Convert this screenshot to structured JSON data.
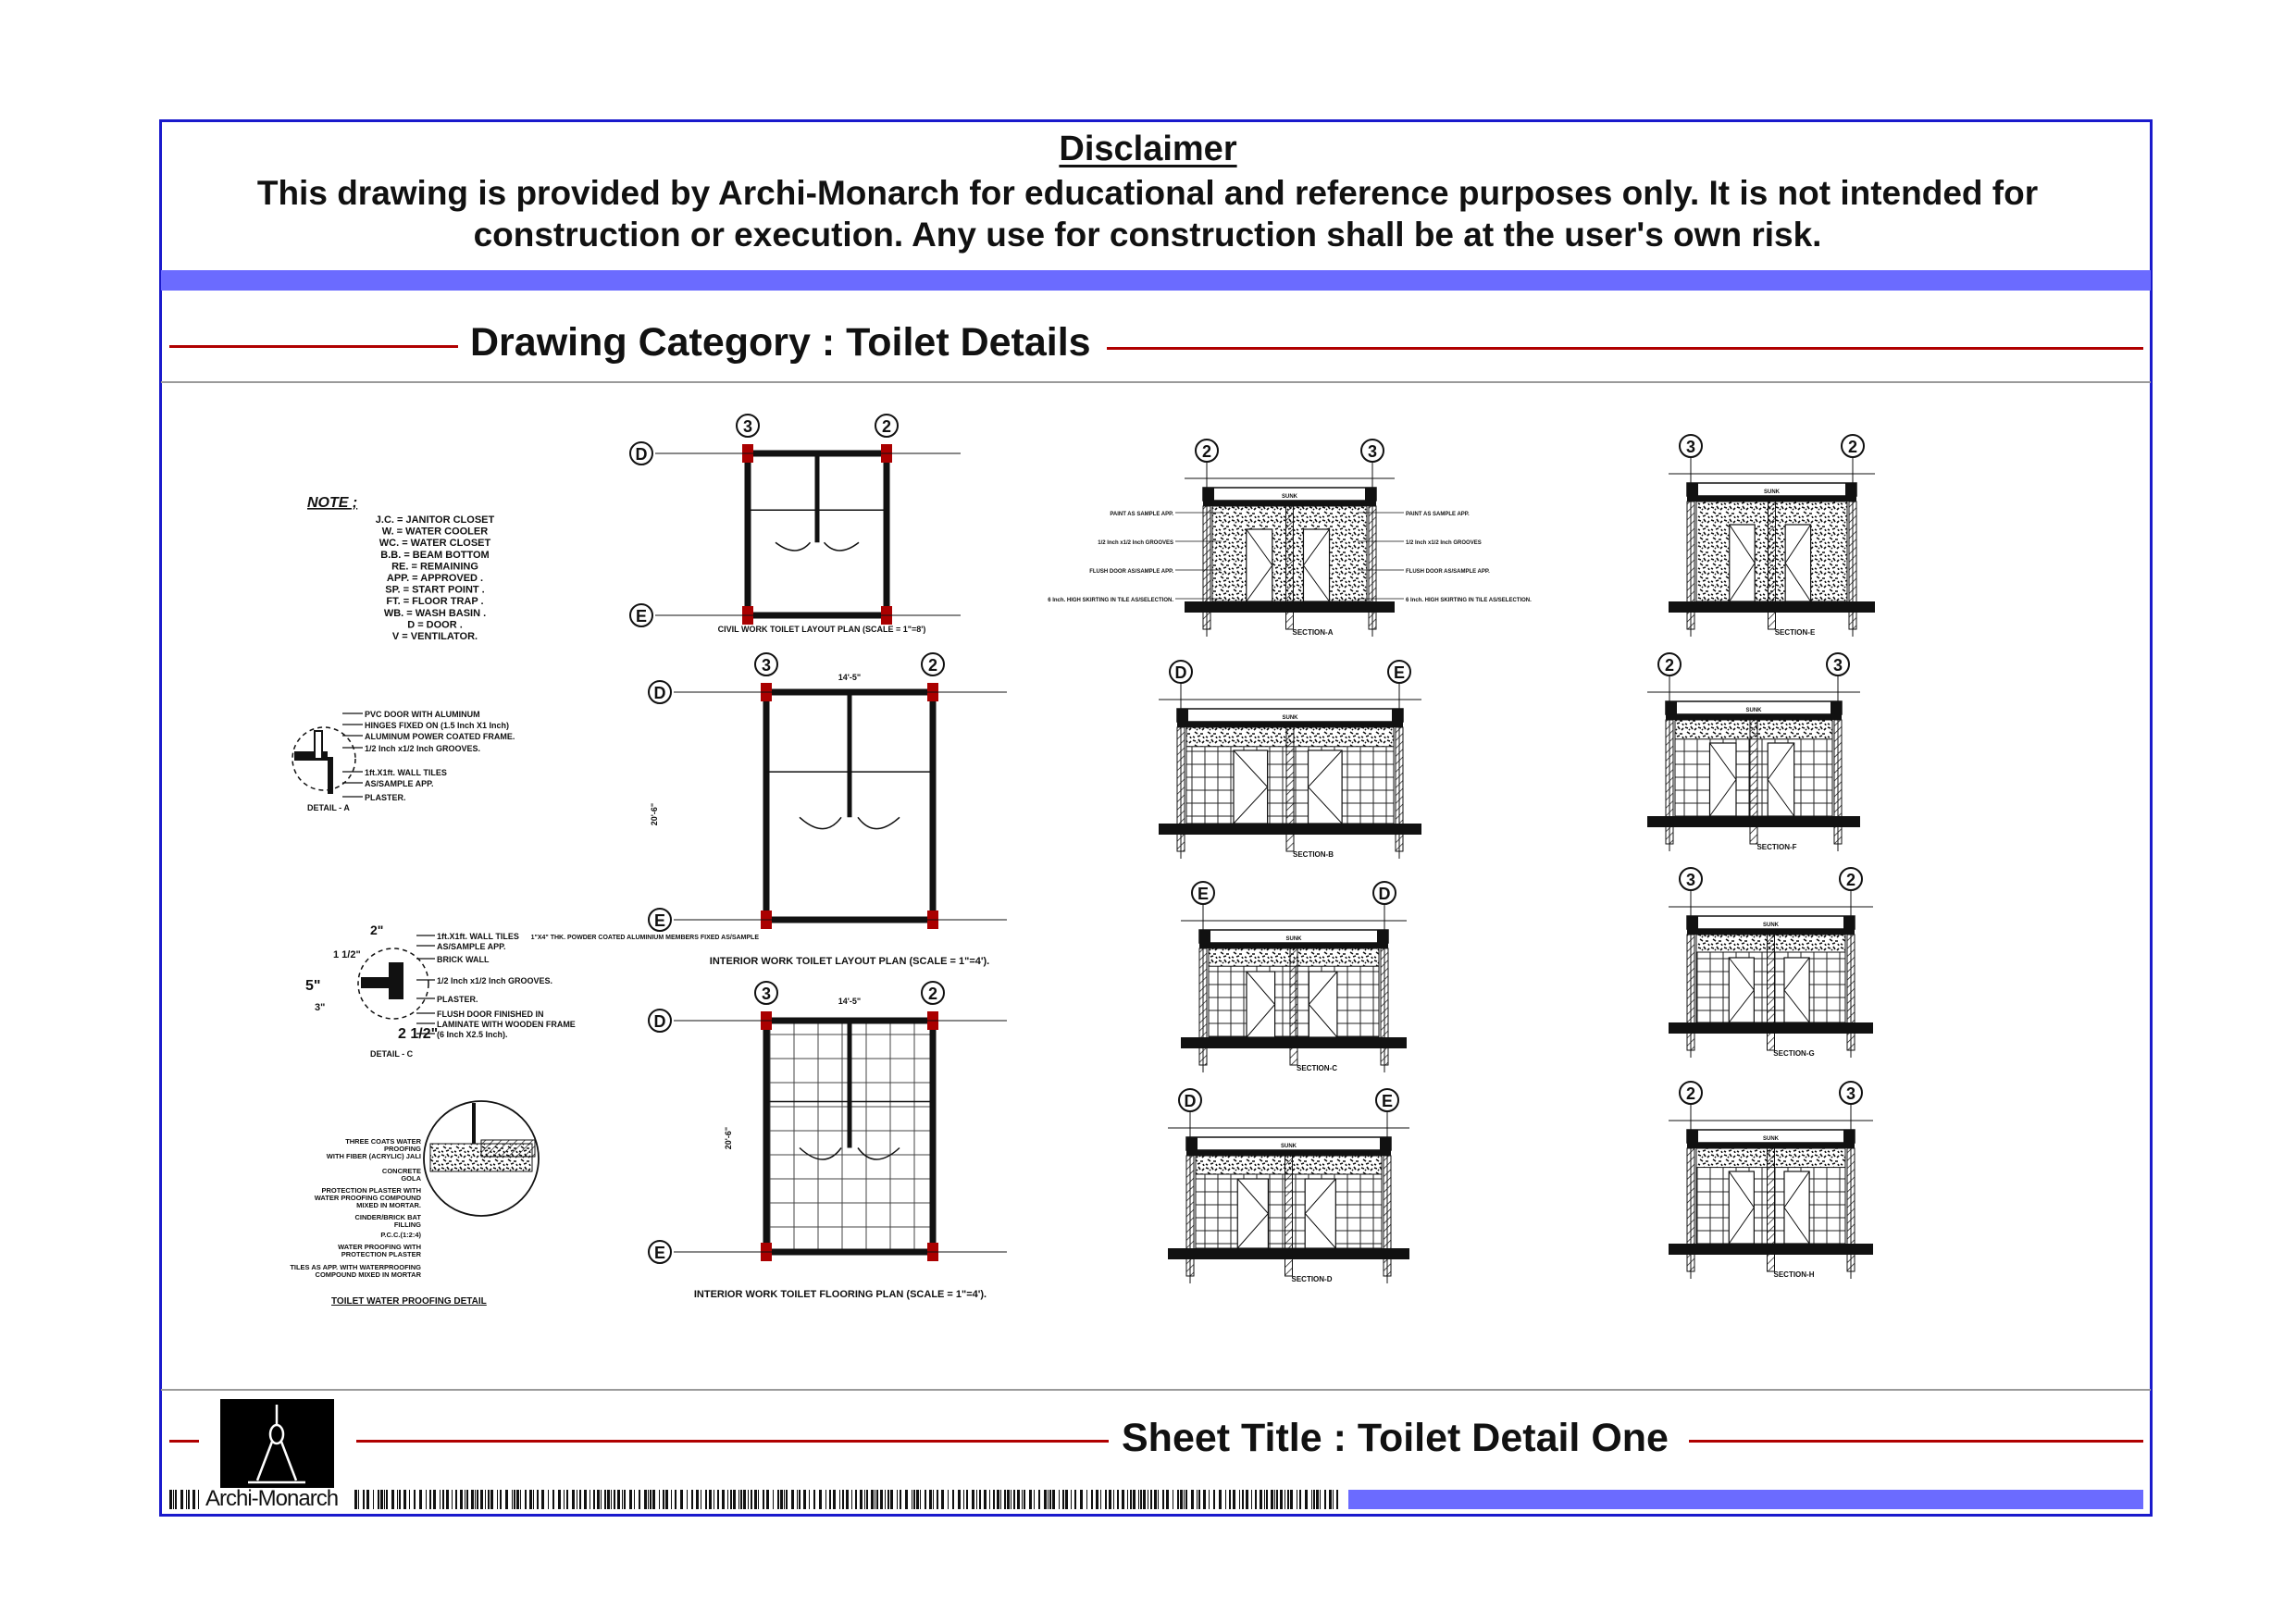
{
  "disclaimer": {
    "title": "Disclaimer",
    "text": "This drawing is provided by Archi-Monarch for educational and reference purposes only. It is not intended for construction or execution. Any use for construction shall be at the user's own risk."
  },
  "category": {
    "label": "Drawing Category : Toilet Details"
  },
  "sheet": {
    "label": "Sheet Title : Toilet Detail One"
  },
  "brand": {
    "name": "Archi-Monarch"
  },
  "colors": {
    "frame": "#1a1acc",
    "band": "#6b6bff",
    "rule": "#b00000"
  },
  "notes": {
    "heading": "NOTE ;",
    "items": [
      "J.C. = JANITOR CLOSET",
      "W. = WATER COOLER",
      "WC. = WATER CLOSET",
      "B.B. = BEAM BOTTOM",
      "RE. = REMAINING",
      "APP. = APPROVED .",
      "SP. = START POINT .",
      "FT. = FLOOR TRAP .",
      "WB. = WASH BASIN .",
      "D = DOOR .",
      "V = VENTILATOR."
    ]
  },
  "detail_a": {
    "title": "DETAIL - A",
    "labels": [
      "PVC DOOR WITH ALUMINUM",
      "HINGES FIXED ON (1.5 Inch X1 Inch)",
      "ALUMINUM POWER COATED FRAME.",
      "1/2 Inch x1/2 Inch GROOVES.",
      "1ft.X1ft. WALL TILES",
      "AS/SAMPLE APP.",
      "PLASTER."
    ]
  },
  "detail_c": {
    "title": "DETAIL - C",
    "labels": [
      "1ft.X1ft. WALL TILES",
      "AS/SAMPLE APP.",
      "BRICK WALL",
      "1/2 Inch x1/2 Inch GROOVES.",
      "PLASTER.",
      "FLUSH DOOR FINISHED IN",
      "LAMINATE WITH WOODEN FRAME",
      "(6 Inch X2.5 Inch)."
    ],
    "dims": [
      "2\"",
      "1 1/2\"",
      "5\"",
      "3\"",
      "2 1/2\""
    ]
  },
  "waterproofing": {
    "title": "TOILET WATER PROOFING DETAIL",
    "labels": [
      "THREE COATS WATER",
      "PROOFING",
      "WITH FIBER (ACRYLIC) JALI",
      "CONCRETE",
      "GOLA",
      "PROTECTION PLASTER WITH",
      "WATER PROOFING COMPOUND",
      "MIXED IN MORTAR.",
      "CINDER/BRICK BAT",
      "FILLING",
      "P.C.C.(1:2:4)",
      "WATER PROOFING WITH",
      "PROTECTION PLASTER",
      "TILES AS APP. WITH WATERPROOFING",
      "COMPOUND MIXED IN MORTAR"
    ]
  },
  "plans": {
    "civil": {
      "title": "CIVIL WORK TOILET LAYOUT PLAN (SCALE = 1\"=8')",
      "grid": [
        "3",
        "2",
        "D",
        "E"
      ],
      "note": "1\"X4\" THK. POWDER COATED ALUMINIUM MEMBERS FIXED AS/SAMPLE"
    },
    "layout": {
      "title": "INTERIOR WORK TOILET LAYOUT PLAN (SCALE = 1\"=4').",
      "grid": [
        "3",
        "2",
        "D",
        "E"
      ],
      "dim_w": "14'-5\"",
      "dim_h": "20'-6\"",
      "note": "1\"X4\" THK. POWDER COATED ALUMINIUM MEMBERS FIXED AS/SAMPLE"
    },
    "flooring": {
      "title": "INTERIOR WORK TOILET FLOORING PLAN (SCALE = 1\"=4').",
      "grid": [
        "3",
        "2",
        "D",
        "E"
      ],
      "dim_w": "14'-5\"",
      "dim_h": "20'-6\""
    }
  },
  "sections": [
    {
      "title": "SECTION-A",
      "grid": [
        "2",
        "3"
      ],
      "slab": "SUNK",
      "left_labels": [
        "PAINT AS SAMPLE APP.",
        "1/2 Inch x1/2 Inch GROOVES",
        "FLUSH DOOR AS/SAMPLE APP.",
        "6 Inch. HIGH SKIRTING IN TILE AS/SELECTION."
      ],
      "right_labels": [
        "PAINT AS SAMPLE APP.",
        "1/2 Inch x1/2 Inch GROOVES",
        "FLUSH DOOR AS/SAMPLE APP.",
        "6 Inch. HIGH SKIRTING IN TILE AS/SELECTION."
      ]
    },
    {
      "title": "SECTION-B",
      "grid": [
        "D",
        "E"
      ],
      "slab": "SUNK",
      "left_labels": [],
      "right_labels": []
    },
    {
      "title": "SECTION-C",
      "grid": [
        "E",
        "D"
      ],
      "slab": "SUNK",
      "left_labels": [],
      "right_labels": []
    },
    {
      "title": "SECTION-D",
      "grid": [
        "D",
        "E"
      ],
      "slab": "SUNK",
      "left_labels": [],
      "right_labels": []
    },
    {
      "title": "SECTION-E",
      "grid": [
        "3",
        "2"
      ],
      "slab": "SUNK",
      "left_labels": [],
      "right_labels": []
    },
    {
      "title": "SECTION-F",
      "grid": [
        "2",
        "3"
      ],
      "slab": "SUNK",
      "left_labels": [],
      "right_labels": []
    },
    {
      "title": "SECTION-G",
      "grid": [
        "3",
        "2"
      ],
      "slab": "SUNK",
      "left_labels": [],
      "right_labels": []
    },
    {
      "title": "SECTION-H",
      "grid": [
        "2",
        "3"
      ],
      "slab": "SUNK",
      "left_labels": [],
      "right_labels": []
    }
  ]
}
